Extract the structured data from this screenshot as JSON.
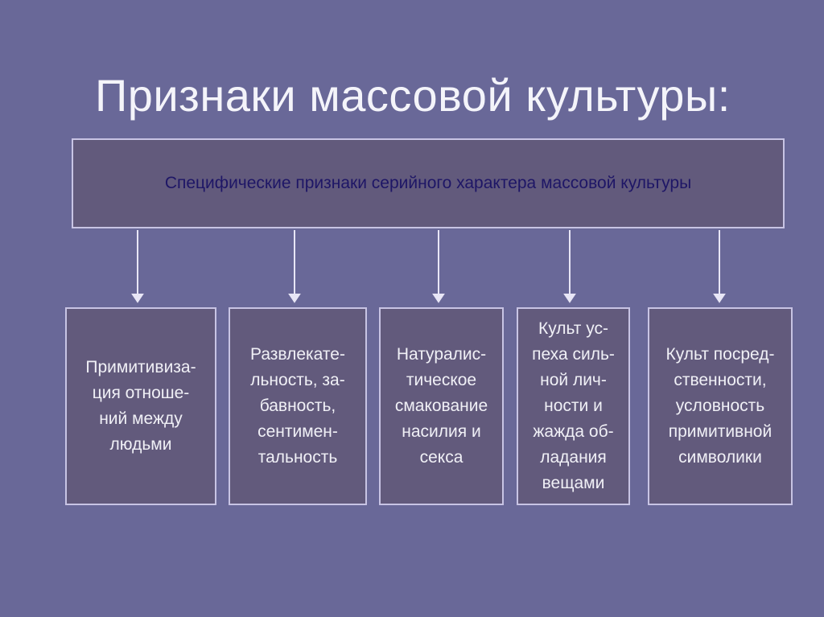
{
  "slide": {
    "title": "Признаки массовой культуры:",
    "header": "Специфические признаки серийного характера массовой культуры",
    "items": [
      {
        "text": "Примитивиза-\nция отноше-\nний между\nлюдьми"
      },
      {
        "text": "Развлекате-\nльность, за-\nбавность,\nсентимен-\nтальность"
      },
      {
        "text": "Натуралис-\nтическое\nсмакование\nнасилия и\nсекса"
      },
      {
        "text": "Культ ус-\nпеха силь-\nной лич-\nности и\nжажда об-\nладания\nвещами"
      },
      {
        "text": "Культ посред-\nственности,\nусловность\nпримитивной\nсимволики"
      }
    ]
  },
  "colors": {
    "background": "#696898",
    "box_fill": "#625a7c",
    "box_border": "#c8c4e4",
    "header_text": "#1e1666",
    "body_text": "#f0f0f6"
  }
}
